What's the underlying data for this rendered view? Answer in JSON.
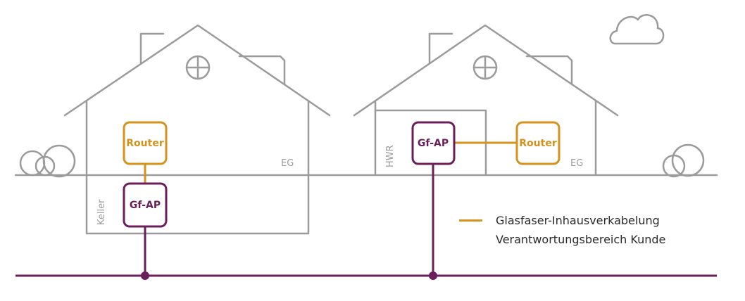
{
  "colors": {
    "provider_line": "#6b1f5a",
    "inhouse_line": "#d4921f",
    "outline": "#9b9b9b"
  },
  "house_left": {
    "router_label": "Router",
    "gfap_label": "Gf-AP",
    "room_upper": "EG",
    "room_lower": "Keller"
  },
  "house_right": {
    "router_label": "Router",
    "gfap_label": "Gf-AP",
    "room_main": "EG",
    "room_side": "HWR"
  },
  "legend": {
    "line1": "Glasfaser-Inhausverkabelung",
    "line2": "Verantwortungsbereich Kunde"
  },
  "icons": [
    "cloud-icon",
    "bush-icon",
    "round-window-icon",
    "chimney-icon"
  ]
}
